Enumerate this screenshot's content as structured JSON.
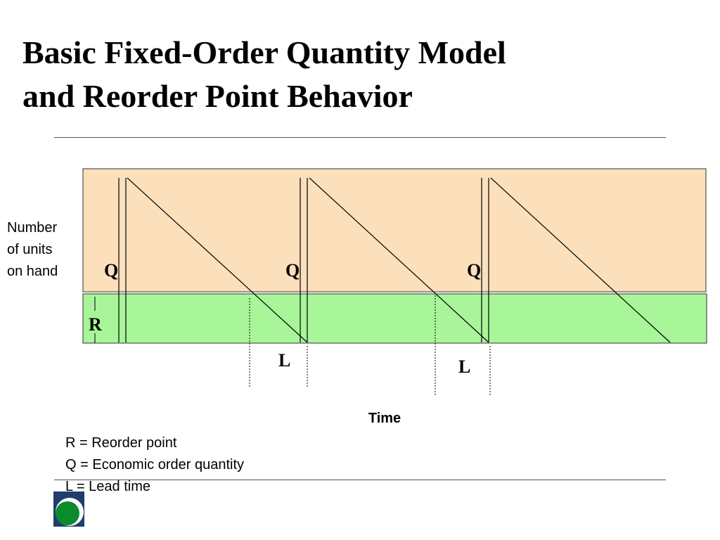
{
  "slide": {
    "title_lines": [
      "Basic Fixed-Order Quantity Model",
      "and Reorder Point Behavior"
    ]
  },
  "diagram": {
    "y_axis_label_lines": [
      "Number",
      "of units",
      "on hand"
    ],
    "x_axis_label": "Time",
    "quantity_label": "Q",
    "reorder_label": "R",
    "lead_time_label": "L",
    "colors": {
      "upper_band": "#fbe0bb",
      "lower_band": "#a8f59a",
      "line": "#000000"
    }
  },
  "legend": [
    "R = Reorder point",
    "Q = Economic order quantity",
    "L = Lead time"
  ],
  "logo": {
    "colors": {
      "navy": "#1f3e6e",
      "green": "#0b8a2e"
    }
  }
}
